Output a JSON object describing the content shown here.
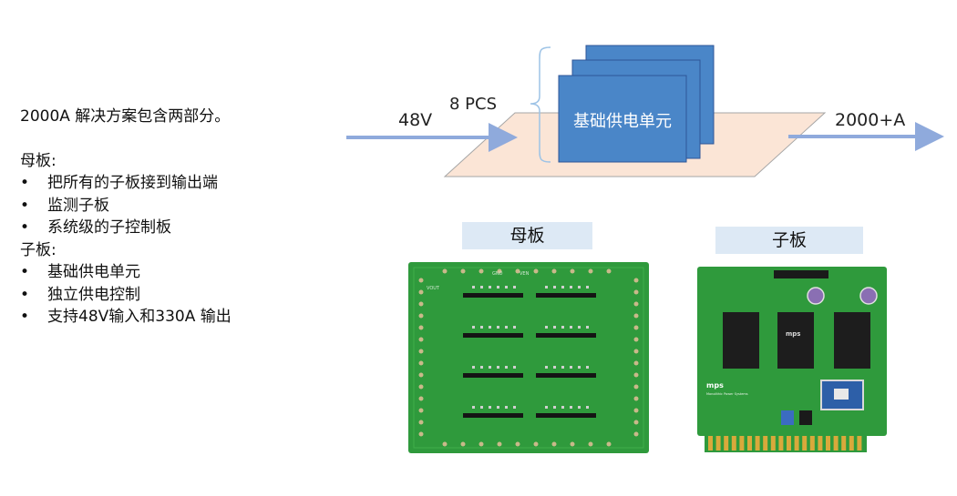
{
  "left_panel": {
    "intro": "2000A 解决方案包含两部分。",
    "motherboard_heading": "母板:",
    "motherboard_items": [
      "把所有的子板接到输出端",
      "监测子板",
      "系统级的子控制板"
    ],
    "daughterboard_heading": "子板:",
    "daughterboard_items": [
      "基础供电单元",
      "独立供电控制",
      "支持48V输入和330A 输出"
    ],
    "bullet": "•"
  },
  "diagram": {
    "input_label": "48V",
    "count_label": "8 PCS",
    "unit_label": "基础供电单元",
    "output_label": "2000+A",
    "colors": {
      "plate": "#fbe5d6",
      "plate_stroke": "#a6a6a6",
      "unit_fill": "#4a86c8",
      "unit_stroke": "#2f5597",
      "arrow": "#8faadc",
      "brace": "#9dc3e6"
    }
  },
  "photos": {
    "motherboard_label": "母板",
    "daughterboard_label": "子板",
    "pcb_color": "#2f9a3c",
    "board_markings": {
      "vout": "VOUT",
      "gnd": "GND",
      "ven": "VEN",
      "brand": "mps",
      "daughter_caption": "Monolithic Power Systems"
    }
  }
}
